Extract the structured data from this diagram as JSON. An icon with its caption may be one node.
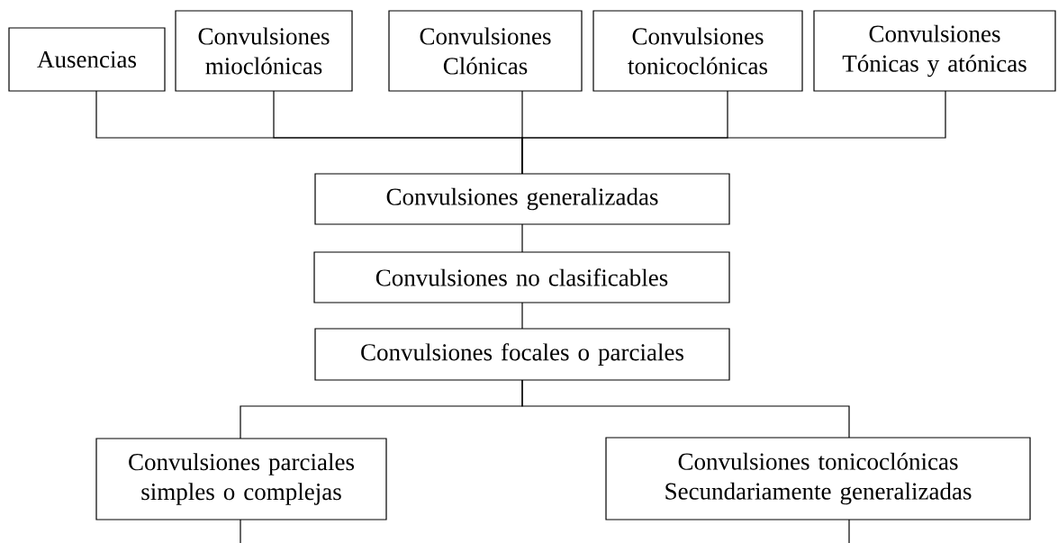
{
  "diagram": {
    "nodes": [
      {
        "text": [
          "Ausencias"
        ]
      },
      {
        "text": [
          "Convulsiones mioclónicas"
        ]
      },
      {
        "text": [
          "Convulsiones Clónicas"
        ]
      },
      {
        "text": [
          "Convulsiones tonicoclónicas"
        ]
      },
      {
        "text": [
          "Convulsiones Tónicas y atónicas"
        ]
      },
      {
        "text": [
          "Convulsiones generalizadas"
        ]
      },
      {
        "text": [
          "Convulsiones no clasificables"
        ]
      },
      {
        "text": [
          "Convulsiones focales o parciales"
        ]
      },
      {
        "text": [
          "Convulsiones parciales simples o complejas"
        ]
      },
      {
        "text": [
          "Convulsiones tonicoclónicas Secundariamente generalizadas"
        ]
      }
    ],
    "edges": [
      {
        "from": 0,
        "to": 5,
        "arrow": "none"
      },
      {
        "from": 1,
        "to": 5,
        "arrow": "none"
      },
      {
        "from": 2,
        "to": 5,
        "arrow": "none"
      },
      {
        "from": 3,
        "to": 5,
        "arrow": "none"
      },
      {
        "from": 4,
        "to": 5,
        "arrow": "none"
      },
      {
        "from": 5,
        "to": 6,
        "arrow": "none"
      },
      {
        "from": 6,
        "to": 7,
        "arrow": "none"
      },
      {
        "from": 7,
        "to": 8,
        "arrow": "none"
      },
      {
        "from": 7,
        "to": 9,
        "arrow": "none"
      },
      {
        "from": 8,
        "to": null,
        "arrow": "none"
      },
      {
        "from": 9,
        "to": null,
        "arrow": "none"
      }
    ]
  }
}
